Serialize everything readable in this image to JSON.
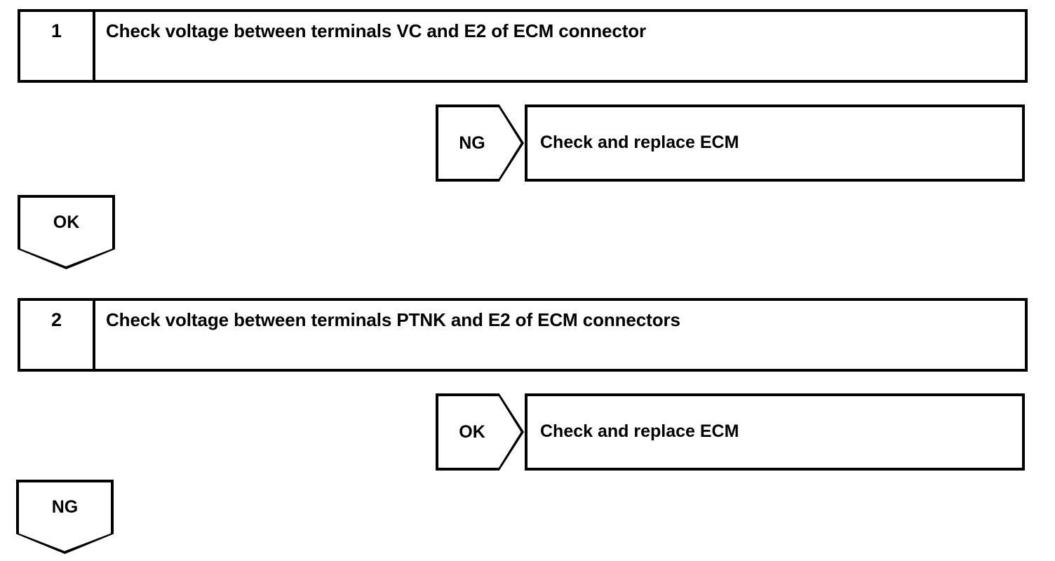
{
  "document": {
    "type": "diagnostic-flowchart",
    "background_color": "#ffffff",
    "line_color": "#000000"
  },
  "steps": [
    {
      "number": "1",
      "instruction": "Check voltage between terminals VC and E2 of ECM connector"
    },
    {
      "number": "2",
      "instruction": "Check voltage between terminals PTNK and E2 of ECM connectors"
    }
  ],
  "branches": [
    {
      "tag": "NG",
      "result": "Check and replace ECM"
    },
    {
      "tag": "OK",
      "result": ""
    },
    {
      "tag": "OK",
      "result": "Check and replace ECM"
    },
    {
      "tag": "NG",
      "result": ""
    }
  ]
}
